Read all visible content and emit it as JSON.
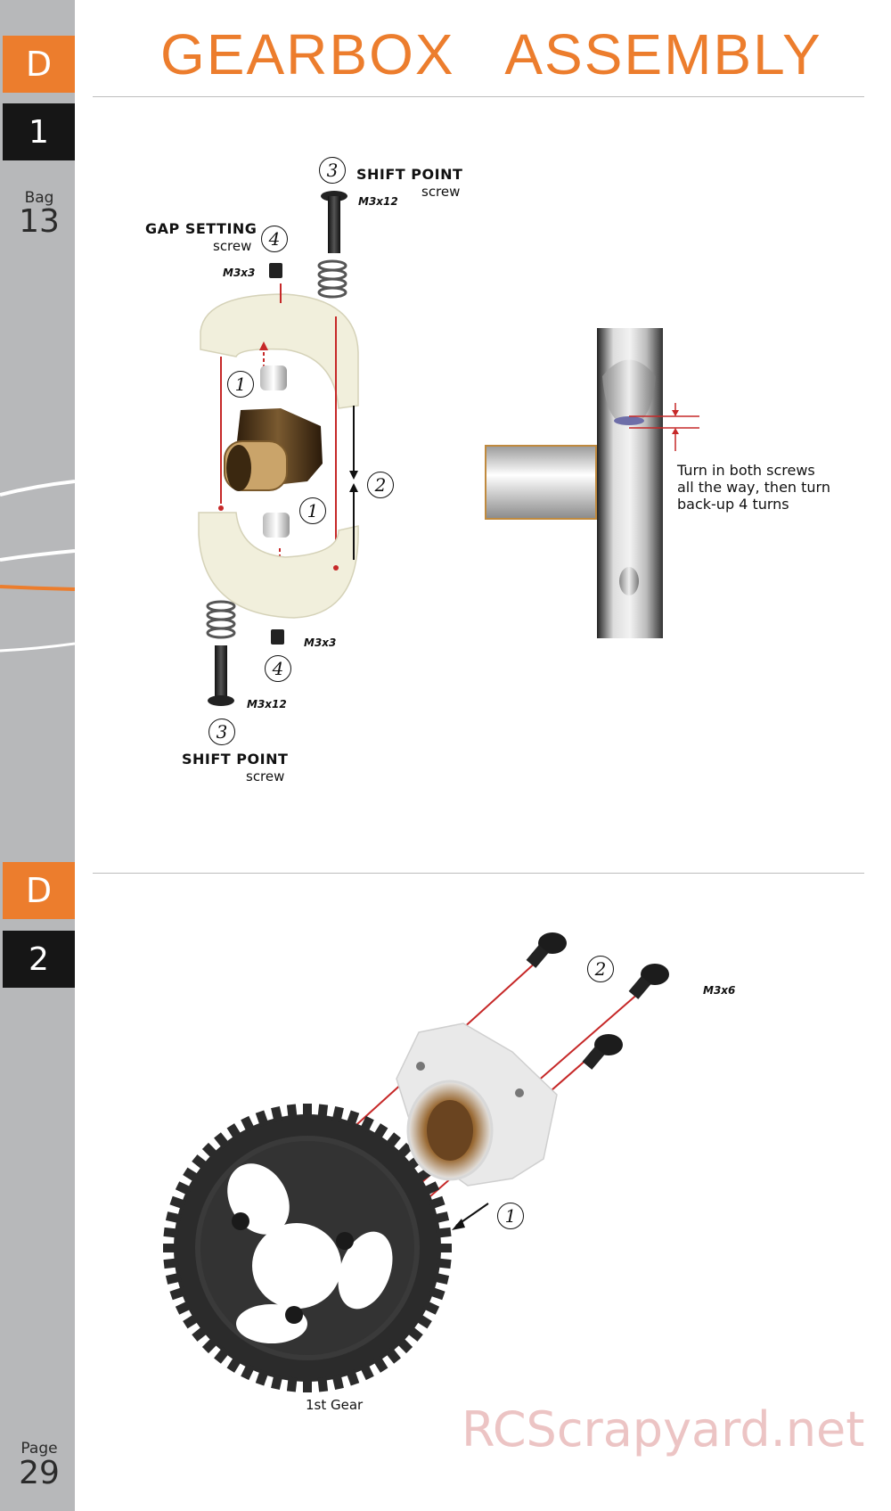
{
  "header": {
    "title": "GEARBOX   ASSEMBLY"
  },
  "sidebar": {
    "section1": {
      "letter": "D",
      "step": "1"
    },
    "bag": {
      "label": "Bag",
      "number": "13"
    },
    "section2": {
      "letter": "D",
      "step": "2"
    },
    "page": {
      "label": "Page",
      "number": "29"
    }
  },
  "step1": {
    "shift_point_top": {
      "title": "SHIFT POINT",
      "sub": "screw",
      "spec": "M3x12",
      "callout": "3"
    },
    "gap_setting": {
      "title": "GAP SETTING",
      "sub": "screw",
      "spec": "M3x3",
      "callout": "4"
    },
    "callout_1a": "1",
    "callout_1b": "1",
    "callout_2": "2",
    "spec_m3x3_bottom": "M3x3",
    "callout_4_bottom": "4",
    "spec_m3x12_bottom": "M3x12",
    "callout_3_bottom": "3",
    "shift_point_bottom": {
      "title": "SHIFT POINT",
      "sub": "screw"
    },
    "note": {
      "line1": "Turn in both screws",
      "line2": "all the way, then turn",
      "line3": "back-up 4 turns"
    }
  },
  "step2": {
    "callout_2": "2",
    "spec": "M3x6",
    "callout_1": "1",
    "gear_label": "1st Gear"
  },
  "watermark": "RCScrapyard.net",
  "colors": {
    "accent": "#ec7d2d",
    "sidebar": "#b7b8ba",
    "dark_tab": "#161616",
    "guide_line": "#c62828"
  }
}
